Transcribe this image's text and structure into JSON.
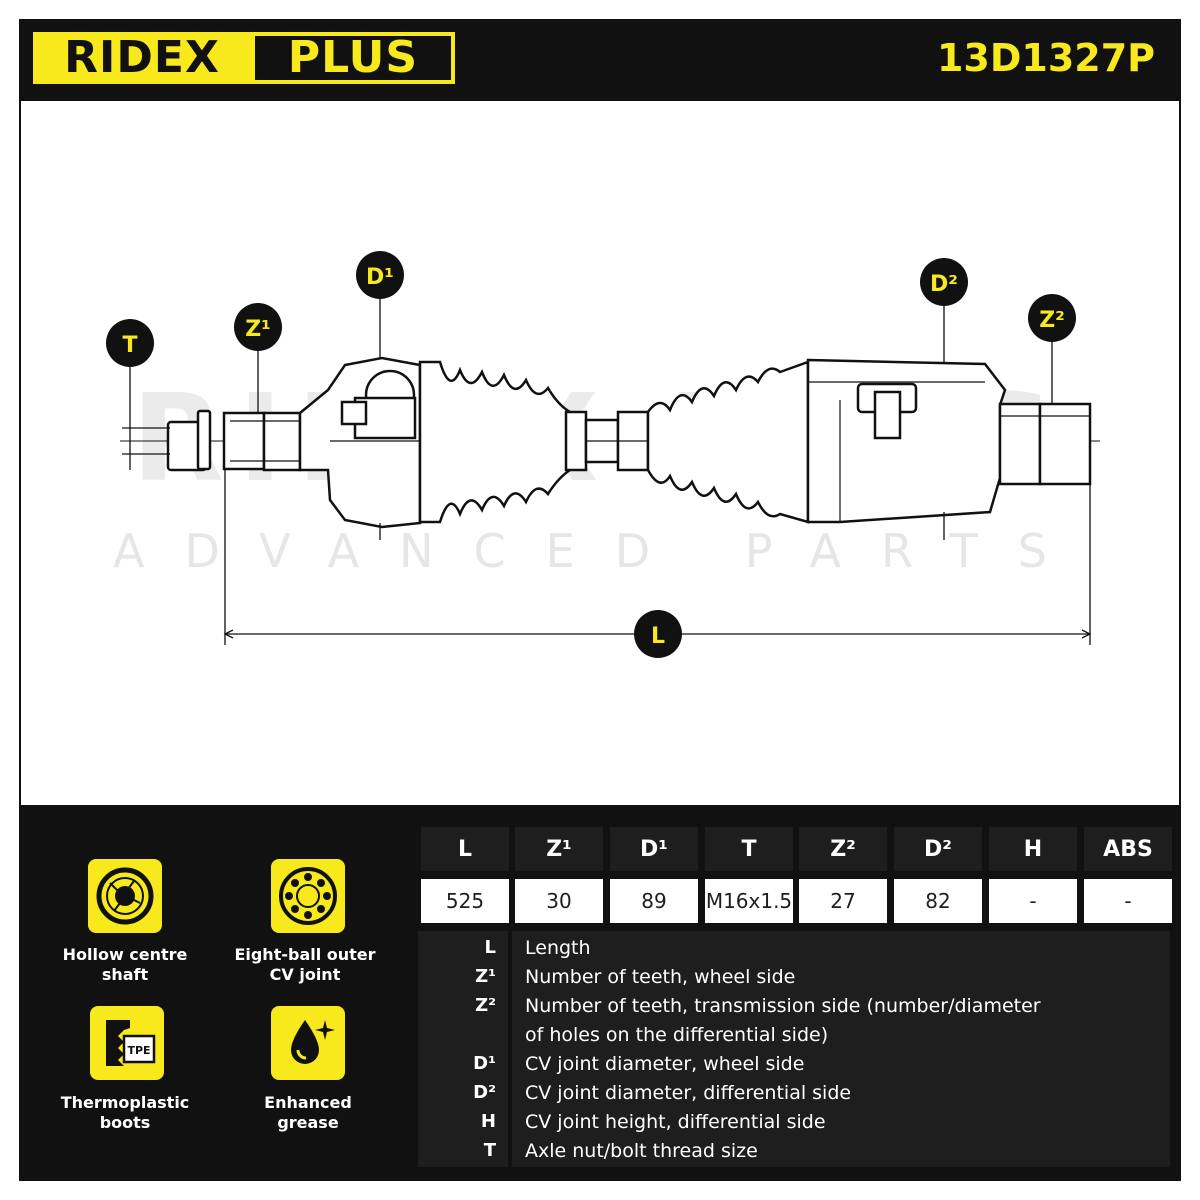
{
  "header": {
    "brand_part1": "RIDEX",
    "brand_part2": "PLUS",
    "part_number": "13D1327P"
  },
  "drawing": {
    "callouts": {
      "T": "T",
      "Z1": "Z¹",
      "D1": "D¹",
      "D2": "D²",
      "Z2": "Z²",
      "L": "L"
    },
    "watermark_brand": "RIDEX PLUS",
    "watermark_tagline": "ADVANCED PARTS"
  },
  "features": [
    {
      "icon": "hollow-shaft-icon",
      "label_line1": "Hollow centre",
      "label_line2": "shaft"
    },
    {
      "icon": "ball-joint-icon",
      "label_line1": "Eight-ball outer",
      "label_line2": "CV joint"
    },
    {
      "icon": "tpe-boot-icon",
      "icon_text": "TPE",
      "label_line1": "Thermoplastic",
      "label_line2": "boots"
    },
    {
      "icon": "grease-drop-icon",
      "label_line1": "Enhanced",
      "label_line2": "grease"
    }
  ],
  "specs": {
    "headers": [
      "L",
      "Z¹",
      "D¹",
      "T",
      "Z²",
      "D²",
      "H",
      "ABS"
    ],
    "values": [
      "525",
      "30",
      "89",
      "M16x1.5",
      "27",
      "82",
      "-",
      "-"
    ]
  },
  "legend": [
    {
      "key": "L",
      "desc": "Length"
    },
    {
      "key": "Z¹",
      "desc": "Number of teeth, wheel side"
    },
    {
      "key": "Z²",
      "desc": "Number of teeth, transmission side (number/diameter",
      "desc2": "of holes on the differential side)"
    },
    {
      "key": "D¹",
      "desc": "CV joint diameter, wheel side"
    },
    {
      "key": "D²",
      "desc": "CV joint diameter, differential side"
    },
    {
      "key": "H",
      "desc": "CV joint height, differential side"
    },
    {
      "key": "T",
      "desc": "Axle nut/bolt thread size"
    }
  ],
  "colors": {
    "accent": "#f7e91c",
    "dark": "#111111",
    "panel": "#1e1e1e",
    "watermark": "#e6e6e6"
  }
}
